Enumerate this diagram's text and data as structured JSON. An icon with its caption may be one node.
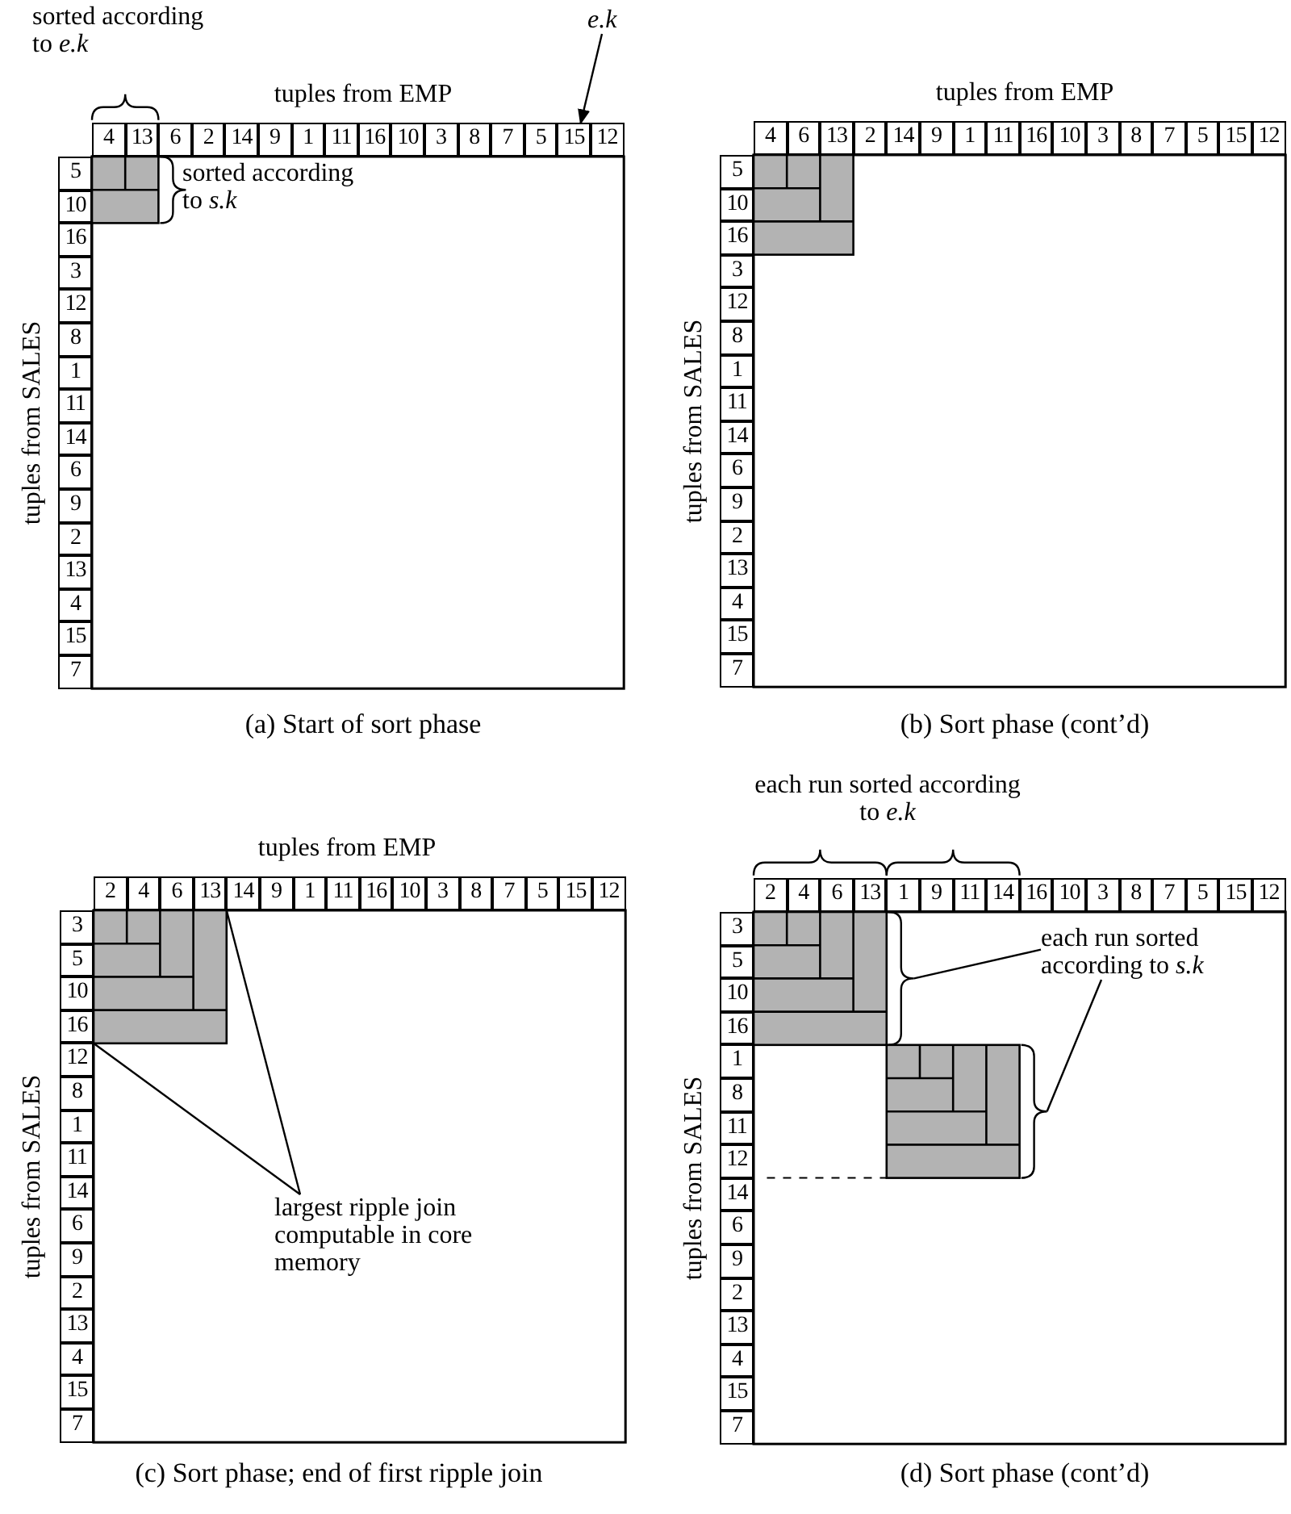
{
  "diagram": {
    "nodes": [
      {
        "text": [
          "e.k"
        ]
      },
      {
        "text": [
          "15"
        ]
      },
      {
        "text": [
          "largest ripple join computable in core memory"
        ]
      },
      {
        "text": [],
        "shape": "box"
      },
      {
        "text": [
          "each run sorted according to *s.k*"
        ]
      },
      {
        "text": [],
        "shape": "brace"
      },
      {
        "text": [],
        "shape": "brace"
      },
      {
        "text": [],
        "shape": "box"
      },
      {
        "text": [],
        "shape": "box"
      },
      {
        "text": [],
        "shape": "box"
      },
      {
        "text": [],
        "shape": "box"
      }
    ],
    "edges": [
      {
        "from": 0,
        "to": 1,
        "arrow": "to"
      },
      {
        "from": 2,
        "to": 3,
        "arrow": "none"
      },
      {
        "from": 2,
        "to": 3,
        "arrow": "none"
      },
      {
        "from": 4,
        "to": 5,
        "arrow": "none"
      },
      {
        "from": 4,
        "to": 6,
        "arrow": "none"
      }
    ],
    "labels": [
      "sorted according to *e.k*",
      "tuples from EMP",
      "4",
      "13",
      "6",
      "2",
      "14",
      "9",
      "1",
      "11",
      "16",
      "10",
      "3",
      "8",
      "7",
      "5",
      "12",
      "sorted according to *s.k*",
      "tuples from SALES",
      "5",
      "10",
      "16",
      "3",
      "12",
      "8",
      "1",
      "11",
      "14",
      "6",
      "9",
      "2",
      "13",
      "4",
      "15",
      "7",
      "(a) Start of sort phase",
      "tuples from EMP",
      "4",
      "6",
      "13",
      "2",
      "14",
      "9",
      "1",
      "11",
      "16",
      "10",
      "3",
      "8",
      "7",
      "5",
      "15",
      "12",
      "tuples from SALES",
      "5",
      "10",
      "16",
      "3",
      "12",
      "8",
      "1",
      "11",
      "14",
      "6",
      "9",
      "2",
      "13",
      "4",
      "15",
      "7",
      "(b) Sort phase (cont’d)",
      "tuples from EMP",
      "2",
      "4",
      "6",
      "13",
      "14",
      "9",
      "1",
      "11",
      "16",
      "10",
      "3",
      "8",
      "7",
      "5",
      "15",
      "12",
      "tuples from SALES",
      "3",
      "5",
      "10",
      "16",
      "12",
      "8",
      "1",
      "11",
      "14",
      "6",
      "9",
      "2",
      "13",
      "4",
      "15",
      "7",
      "(c) Sort phase; end of first ripple join",
      "each run sorted according to *e.k*",
      "2",
      "4",
      "6",
      "13",
      "1",
      "9",
      "11",
      "14",
      "16",
      "10",
      "3",
      "8",
      "7",
      "5",
      "15",
      "12",
      "tuples from SALES",
      "3",
      "5",
      "10",
      "16",
      "1",
      "8",
      "11",
      "12",
      "14",
      "6",
      "9",
      "2",
      "13",
      "4",
      "15",
      "7",
      "(d) Sort phase (cont’d)"
    ]
  }
}
